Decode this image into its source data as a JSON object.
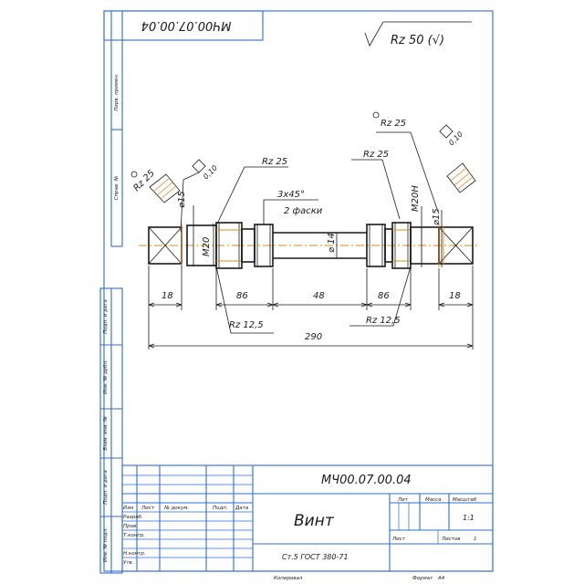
{
  "drawing_code": "МЧ00.07.00.04",
  "drawing_code_top": "МЧ00.07.00.04",
  "title": "Винт",
  "material": "Ст.5 ГОСТ 380-71",
  "general_roughness": "Rz 50 (√)",
  "roughness": {
    "rz25_left_chamfer": "Rz 25",
    "rz25_left_shoulder": "Rz 25",
    "rz25_right_top": "Rz 25",
    "rz25_right_mid": "Rz 25",
    "rz125_left": "Rz 12,5",
    "rz125_right": "Rz 12,5"
  },
  "tolerance_flat_left": "0,10",
  "tolerance_flat_right": "0,10",
  "dimensions": {
    "d18_left": "18",
    "d86_left": "86",
    "d48": "48",
    "d86_right": "86",
    "d18_right": "18",
    "d290": "290",
    "chamfer": "3х45°",
    "chamfer_note": "2 фаски",
    "dia15_left": "⌀15",
    "dia15_right": "⌀15",
    "m20_left": "М20",
    "m20h_right": "М20Н",
    "dia14": "⌀ 14"
  },
  "side_columns": [
    "Перв. примен.",
    "Справ. №",
    "Подп. и дата",
    "Инв. № дубл.",
    "Взам. инв. №",
    "Подп. и дата",
    "Инв. № подл."
  ],
  "title_block": {
    "headers": [
      "Изм",
      "Лист",
      "№ докум.",
      "Подп.",
      "Дата"
    ],
    "roles": [
      "Разраб.",
      "Пров.",
      "Т.контр.",
      "",
      "Н.контр.",
      "Утв."
    ],
    "lit_label": "Лит",
    "mass_label": "Масса",
    "scale_label": "Масштаб",
    "scale_value": "1:1",
    "sheet_label": "Лист",
    "sheets_label": "Листов",
    "sheets_value": "1"
  },
  "footer": {
    "copied": "Копировал",
    "format_label": "Формат",
    "format_value": "А4"
  }
}
